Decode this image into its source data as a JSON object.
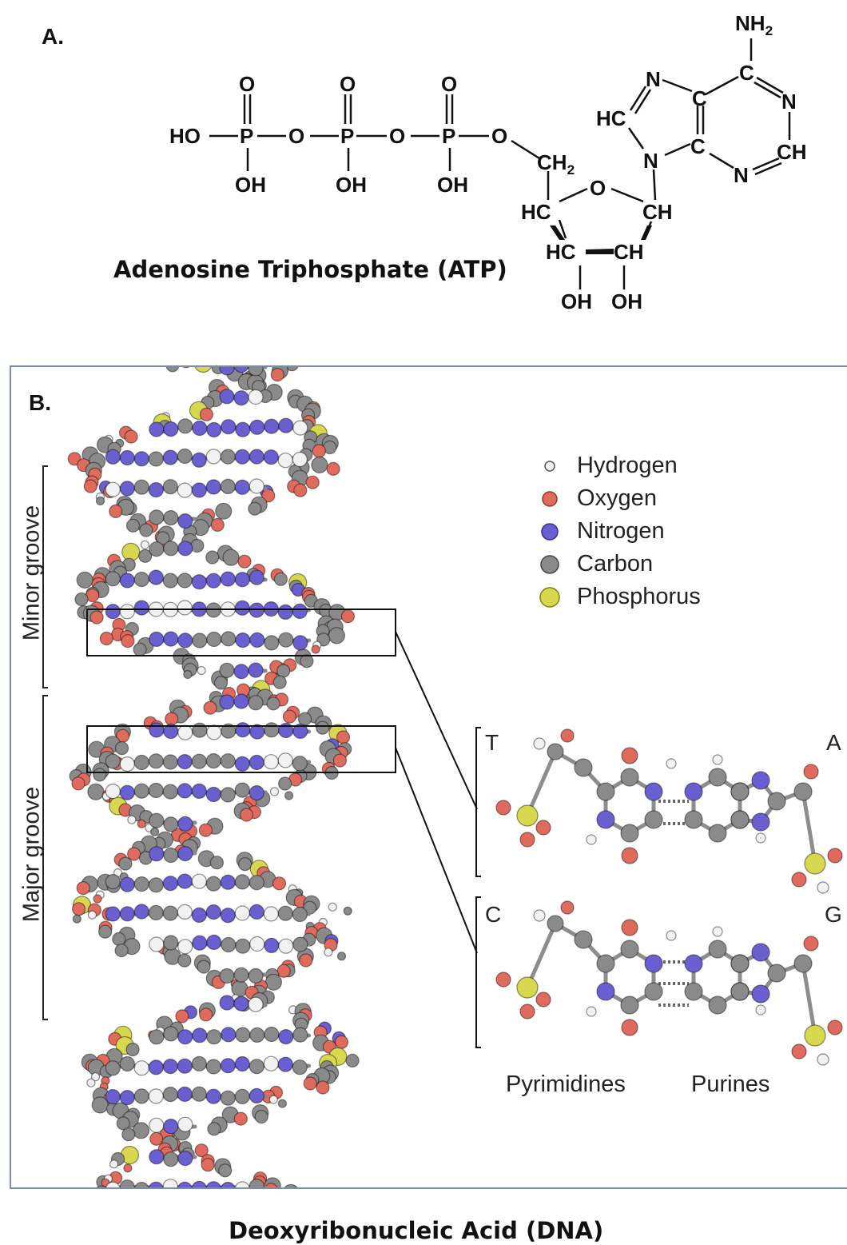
{
  "panel_a": {
    "label": "A.",
    "caption": "Adenosine Triphosphate (ATP)",
    "atoms": {
      "ho": "HO",
      "p": "P",
      "o": "O",
      "oh": "OH",
      "ch2": "CH",
      "hc": "HC",
      "ch": "CH",
      "n": "N",
      "c": "C",
      "nh2": "NH",
      "sub2": "2"
    }
  },
  "panel_b": {
    "label": "B.",
    "caption": "Deoxyribonucleic Acid (DNA)",
    "grooves": {
      "minor": "Minor groove",
      "major": "Major groove"
    },
    "legend": [
      {
        "label": "Hydrogen",
        "color": "#f2f2f2"
      },
      {
        "label": "Oxygen",
        "color": "#e06a5c"
      },
      {
        "label": "Nitrogen",
        "color": "#6a5fd0"
      },
      {
        "label": "Carbon",
        "color": "#8a8a8a"
      },
      {
        "label": "Phosphorus",
        "color": "#d8d850"
      }
    ],
    "pairs": {
      "t": "T",
      "a": "A",
      "c": "C",
      "g": "G"
    },
    "bottom_labels": {
      "pyrimidines": "Pyrimidines",
      "purines": "Purines"
    }
  }
}
